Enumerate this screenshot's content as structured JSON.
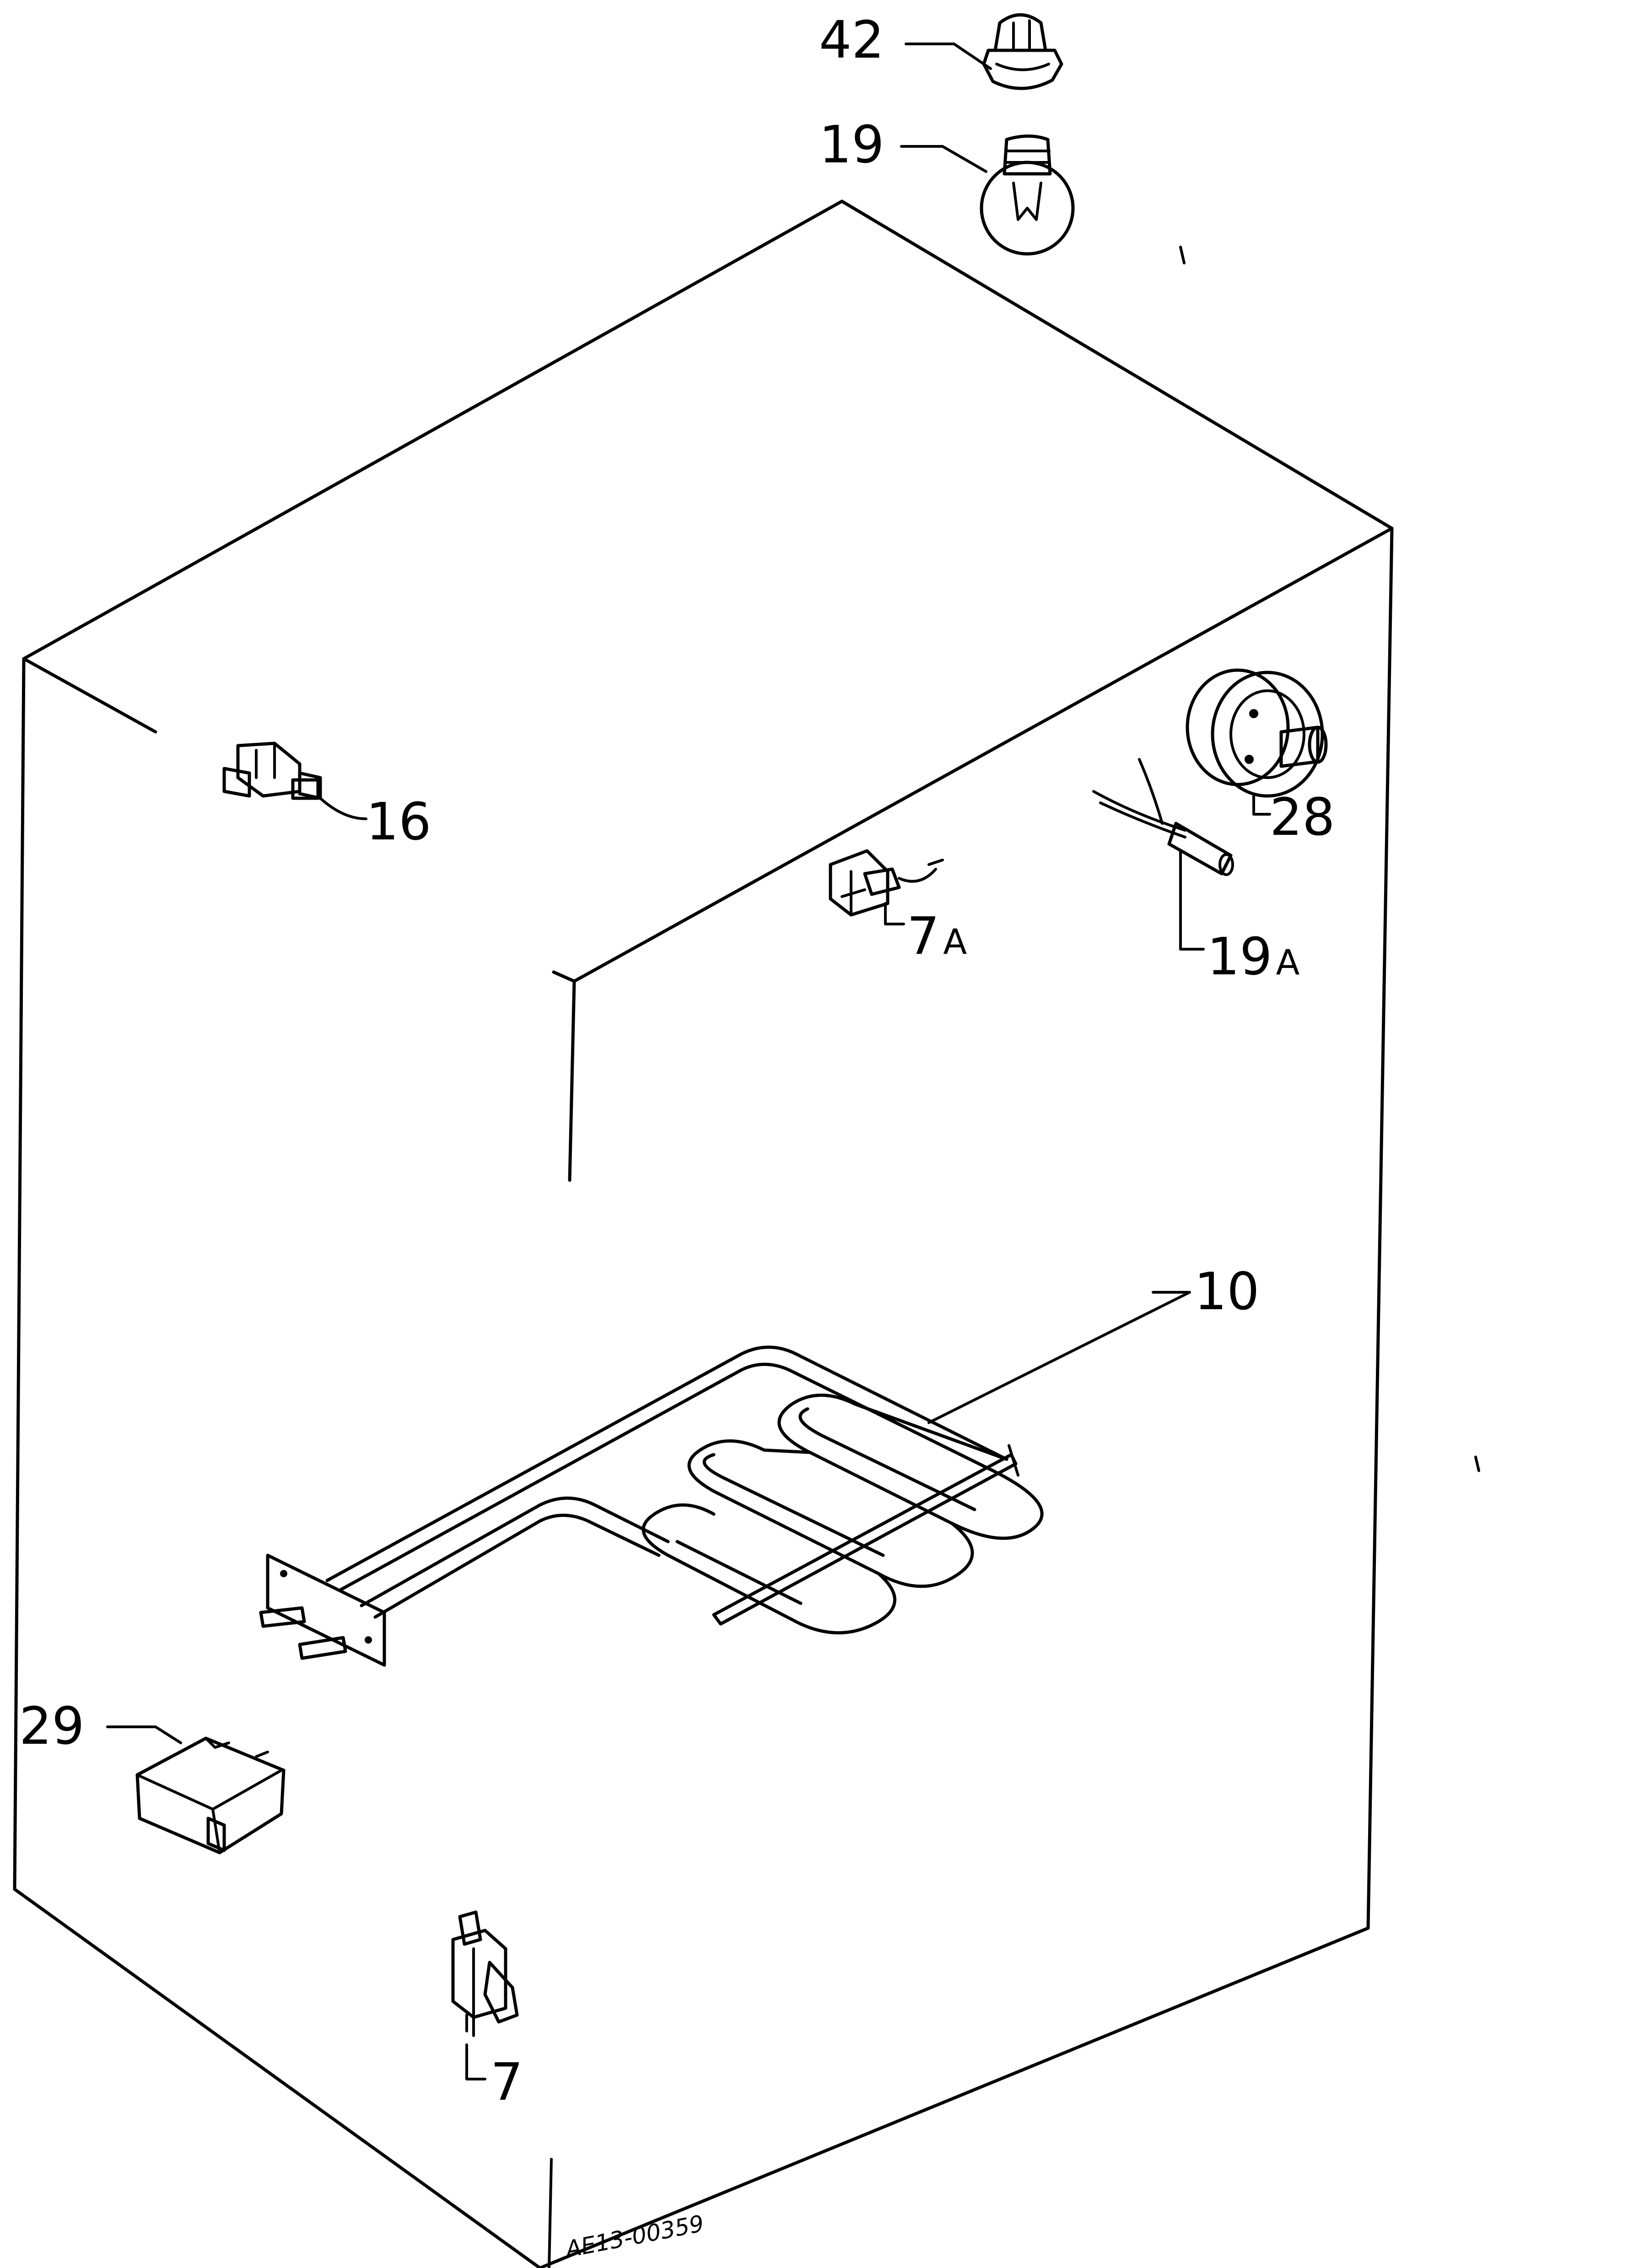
{
  "diagram": {
    "reference_code": "AE13-00359",
    "parts": [
      {
        "id": "42",
        "number": "42",
        "suffix": ""
      },
      {
        "id": "19",
        "number": "19",
        "suffix": ""
      },
      {
        "id": "16",
        "number": "16",
        "suffix": ""
      },
      {
        "id": "28",
        "number": "28",
        "suffix": ""
      },
      {
        "id": "7a",
        "number": "7",
        "suffix": "A"
      },
      {
        "id": "19a",
        "number": "19",
        "suffix": "A"
      },
      {
        "id": "10",
        "number": "10",
        "suffix": ""
      },
      {
        "id": "29",
        "number": "29",
        "suffix": ""
      },
      {
        "id": "7",
        "number": "7",
        "suffix": ""
      }
    ]
  }
}
